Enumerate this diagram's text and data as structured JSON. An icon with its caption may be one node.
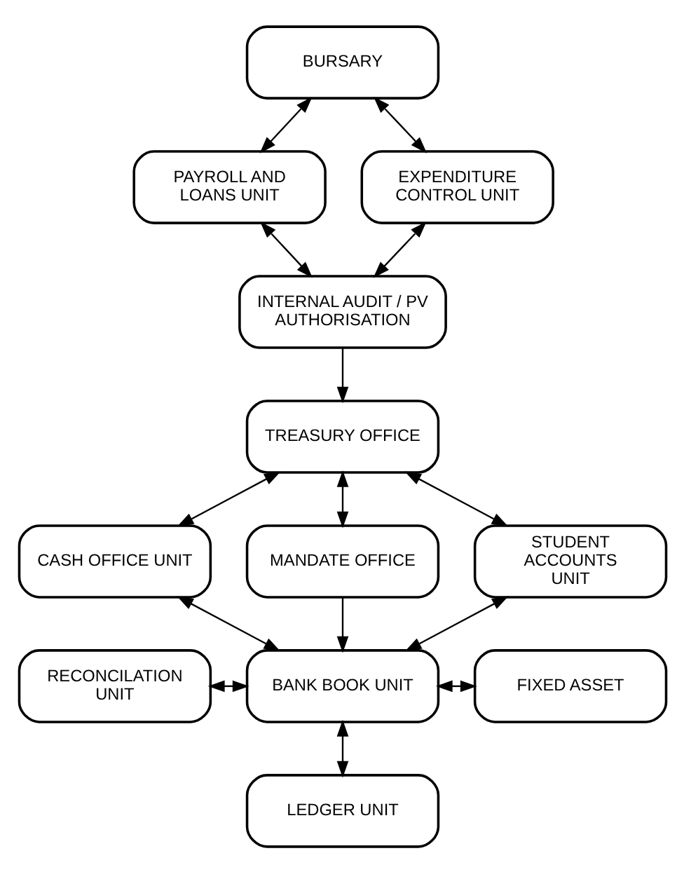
{
  "diagram": {
    "nodes": [
      {
        "text": [
          "BURSARY"
        ]
      },
      {
        "text": [
          "PAYROLL AND LOANS UNIT"
        ]
      },
      {
        "text": [
          "EXPENDITURE CONTROL UNIT"
        ]
      },
      {
        "text": [
          "INTERNAL AUDIT / PV AUTHORISATION"
        ]
      },
      {
        "text": [
          "TREASURY OFFICE"
        ]
      },
      {
        "text": [
          "CASH OFFICE UNIT"
        ]
      },
      {
        "text": [
          "MANDATE OFFICE"
        ]
      },
      {
        "text": [
          "STUDENT ACCOUNTS UNIT"
        ]
      },
      {
        "text": [
          "RECONCILATION UNIT"
        ]
      },
      {
        "text": [
          "BANK BOOK UNIT"
        ]
      },
      {
        "text": [
          "FIXED ASSET"
        ]
      },
      {
        "text": [
          "LEDGER UNIT"
        ]
      }
    ],
    "edges": [
      {
        "from": 0,
        "to": 1,
        "arrow": "both"
      },
      {
        "from": 0,
        "to": 2,
        "arrow": "both"
      },
      {
        "from": 1,
        "to": 3,
        "arrow": "both"
      },
      {
        "from": 2,
        "to": 3,
        "arrow": "both"
      },
      {
        "from": 3,
        "to": 4,
        "arrow": "to"
      },
      {
        "from": 4,
        "to": 5,
        "arrow": "both"
      },
      {
        "from": 4,
        "to": 6,
        "arrow": "both"
      },
      {
        "from": 4,
        "to": 7,
        "arrow": "both"
      },
      {
        "from": 5,
        "to": 9,
        "arrow": "both"
      },
      {
        "from": 6,
        "to": 9,
        "arrow": "to"
      },
      {
        "from": 7,
        "to": 9,
        "arrow": "both"
      },
      {
        "from": 8,
        "to": 9,
        "arrow": "both"
      },
      {
        "from": 9,
        "to": 10,
        "arrow": "both"
      },
      {
        "from": 9,
        "to": 11,
        "arrow": "both"
      }
    ]
  }
}
